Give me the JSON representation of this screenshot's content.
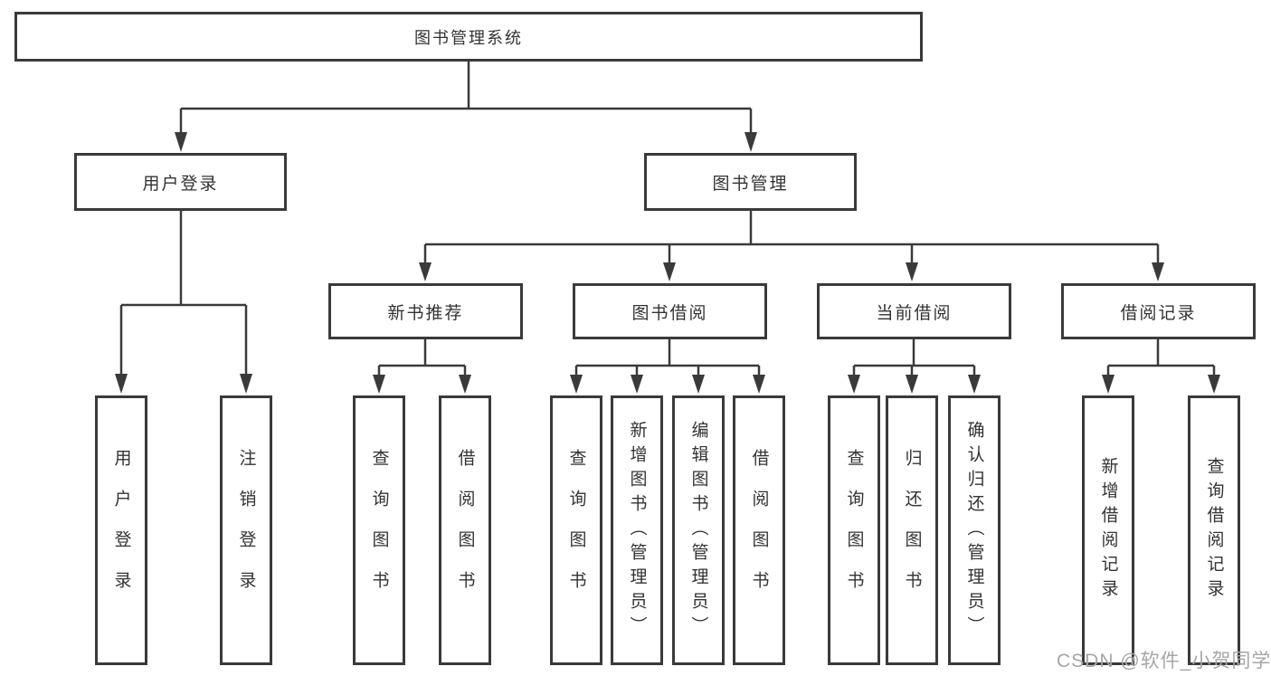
{
  "diagram": {
    "title": "图书管理系统",
    "type": "functional-structure-tree",
    "colors": {
      "line": "#3a3a3a",
      "box_border": "#3a3a3a",
      "text": "#333333",
      "watermark": "#a6a6a6",
      "background": "#ffffff"
    },
    "watermark": "CSDN @软件_小贺同学"
  },
  "tree": {
    "label": "图书管理系统",
    "children": [
      {
        "label": "用户登录",
        "children": [
          {
            "label": "用户登录"
          },
          {
            "label": "注销登录"
          }
        ]
      },
      {
        "label": "图书管理",
        "children": [
          {
            "label": "新书推荐",
            "children": [
              {
                "label": "查询图书"
              },
              {
                "label": "借阅图书"
              }
            ]
          },
          {
            "label": "图书借阅",
            "children": [
              {
                "label": "查询图书"
              },
              {
                "label": "新增图书（管理员）"
              },
              {
                "label": "编辑图书（管理员）"
              },
              {
                "label": "借阅图书"
              }
            ]
          },
          {
            "label": "当前借阅",
            "children": [
              {
                "label": "查询图书"
              },
              {
                "label": "归还图书"
              },
              {
                "label": "确认归还（管理员）"
              }
            ]
          },
          {
            "label": "借阅记录",
            "children": [
              {
                "label": "新增借阅记录"
              },
              {
                "label": "查询借阅记录"
              }
            ]
          }
        ]
      }
    ]
  }
}
